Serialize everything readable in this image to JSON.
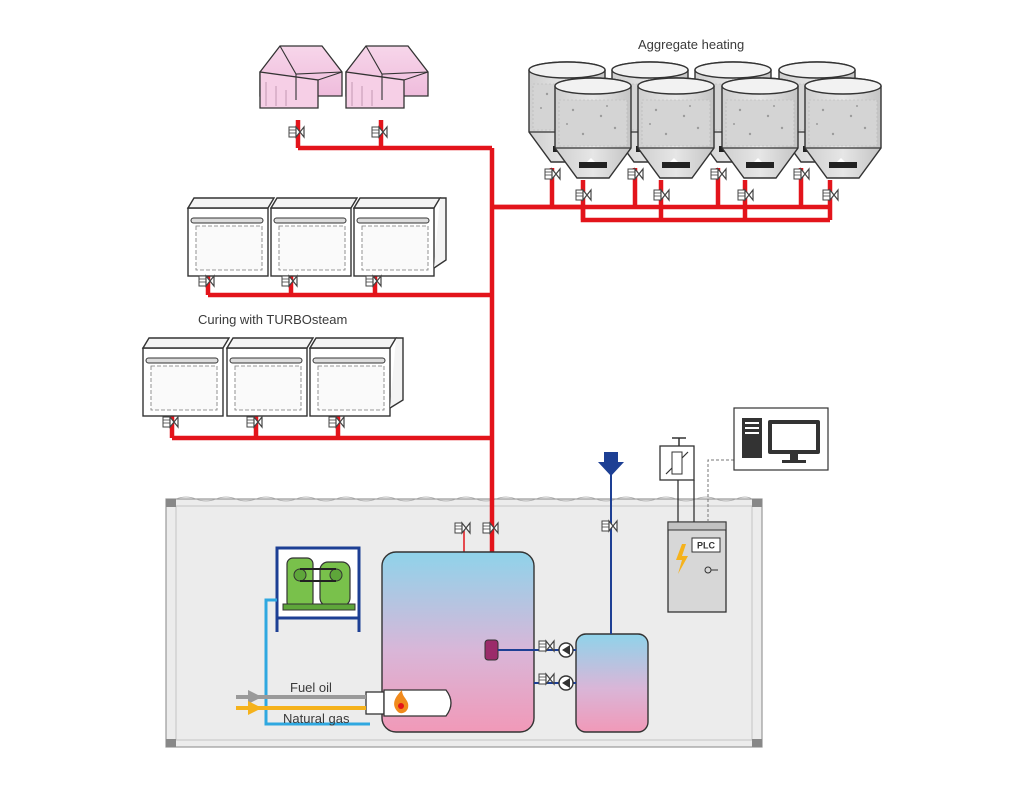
{
  "labels": {
    "aggregate_heating": "Aggregate heating",
    "curing": "Curing with TURBOsteam",
    "fuel_oil": "Fuel oil",
    "natural_gas": "Natural gas",
    "plc": "PLC"
  },
  "colors": {
    "steam_line": "#e3141b",
    "water_line": "#1d3f94",
    "fuel_oil_line": "#9a9a9a",
    "gas_line": "#f5b21c",
    "cooling_line": "#2fa8e0",
    "pump_green": "#79c14b",
    "container_fill": "#eeeeee"
  },
  "icons": [
    "valve-icon",
    "pump-icon",
    "burner-flame-icon",
    "lightning-icon",
    "computer-icon",
    "monitor-icon",
    "key-icon",
    "water-inlet-arrow-icon"
  ]
}
